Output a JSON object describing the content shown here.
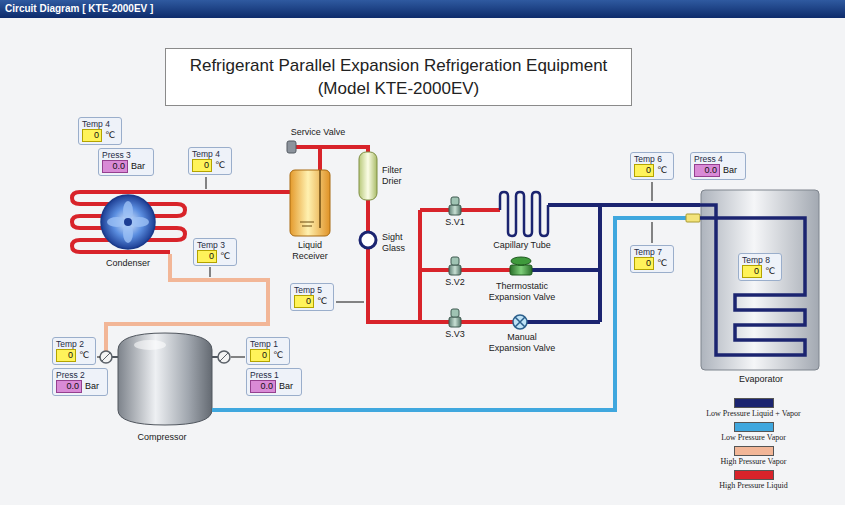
{
  "diagram": {
    "title": "Refrigerant Parallel Expansion Refrigeration Equipment (Model KTE-2000EV)",
    "nodes": [
      {
        "text": [
          "Temp 4",
          "0",
          "℃"
        ]
      },
      {
        "text": [
          "Press 3",
          "0.0",
          "Bar"
        ]
      },
      {
        "text": [
          "Temp 4",
          "0",
          "℃"
        ]
      },
      {
        "text": [
          "Temp 3",
          "0",
          "℃"
        ]
      },
      {
        "text": [
          "Temp 5",
          "0",
          "℃"
        ]
      },
      {
        "text": [
          "Temp 2",
          "0",
          "℃"
        ]
      },
      {
        "text": [
          "Press 2",
          "0.0",
          "Bar"
        ]
      },
      {
        "text": [
          "Temp 1",
          "0",
          "℃"
        ]
      },
      {
        "text": [
          "Press 1",
          "0.0",
          "Bar"
        ]
      },
      {
        "text": [
          "Temp 6",
          "0",
          "℃"
        ]
      },
      {
        "text": [
          "Press 4",
          "0.0",
          "Bar"
        ]
      },
      {
        "text": [
          "Temp 7",
          "0",
          "℃"
        ]
      },
      {
        "text": [
          "Evaporator"
        ]
      },
      {
        "text": [
          "Temp 8",
          "0",
          "℃"
        ],
        "in": 12
      }
    ],
    "labels": [
      "Circuit Diagram [ KTE-2000EV ]",
      "Service Valve",
      "Liquid Receiver",
      "Filter Drier",
      "Sight Glass",
      "Condenser",
      "S.V1",
      "S.V2",
      "S.V3",
      "Capillary Tube",
      "Thermostatic Expansion Valve",
      "Manual Expansion Valve",
      "Compressor"
    ],
    "legend": [
      {
        "text": "Low Pressure Liquid + Vapor",
        "color": "#1b2470"
      },
      {
        "text": "Low Pressure Vapor",
        "color": "#3fa7de"
      },
      {
        "text": "High Pressure Vapor",
        "color": "#f2b697"
      },
      {
        "text": "High Pressure Liquid",
        "color": "#d8232a"
      }
    ]
  }
}
